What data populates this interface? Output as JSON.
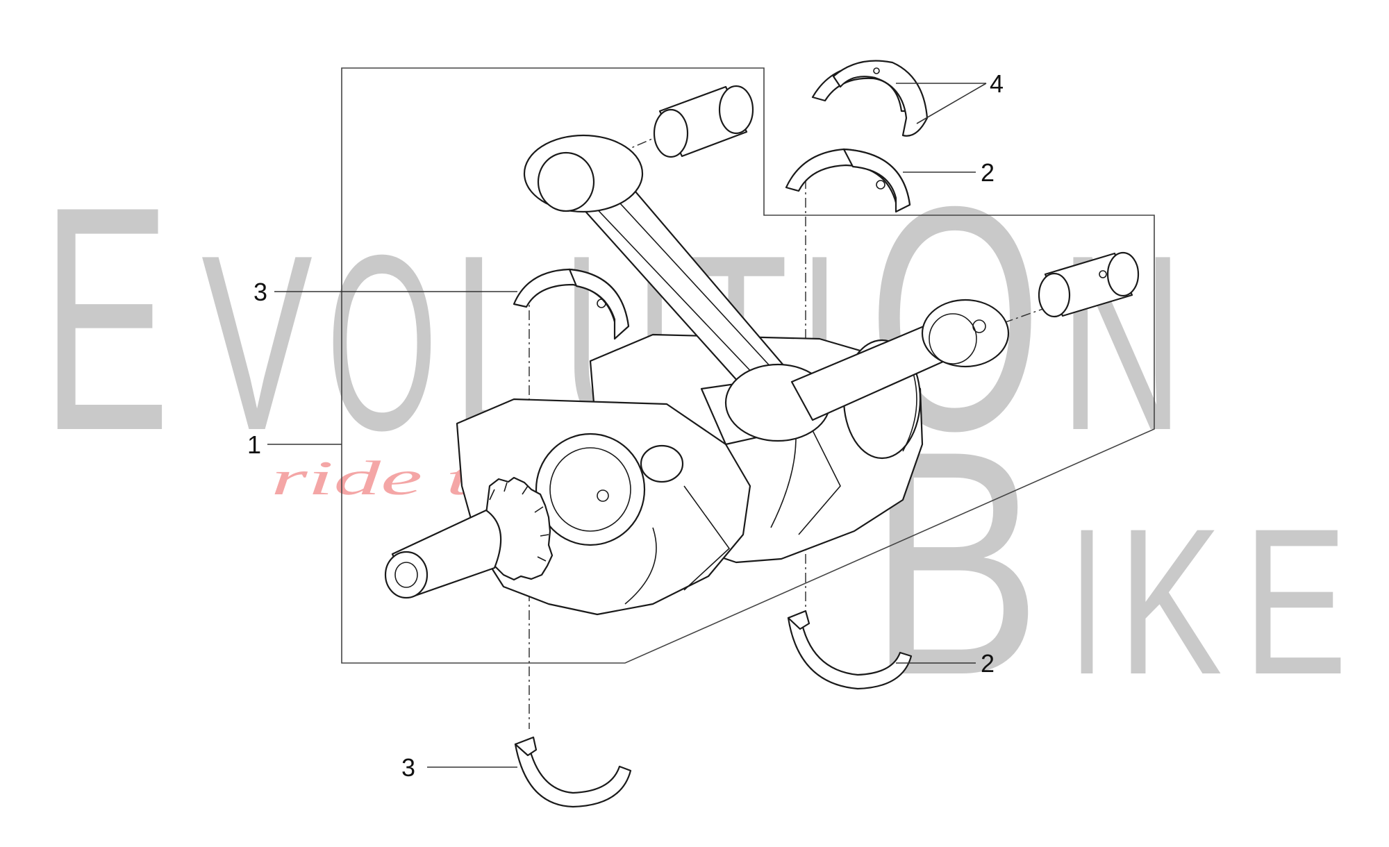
{
  "watermark": {
    "letters": [
      "E",
      "V",
      "O",
      "L",
      "U",
      "T",
      "I",
      "O",
      "N",
      "B",
      "I",
      "K",
      "E"
    ],
    "tagline": "ride the power",
    "color": "#c9c9c9",
    "tagline_color": "#f4a6a6"
  },
  "callouts": {
    "assembly": "1",
    "main_bearing_upper": "2",
    "main_bearing_lower": "2",
    "rod_bearing_upper": "3",
    "rod_bearing_lower": "3",
    "thrust_washers": "4"
  }
}
